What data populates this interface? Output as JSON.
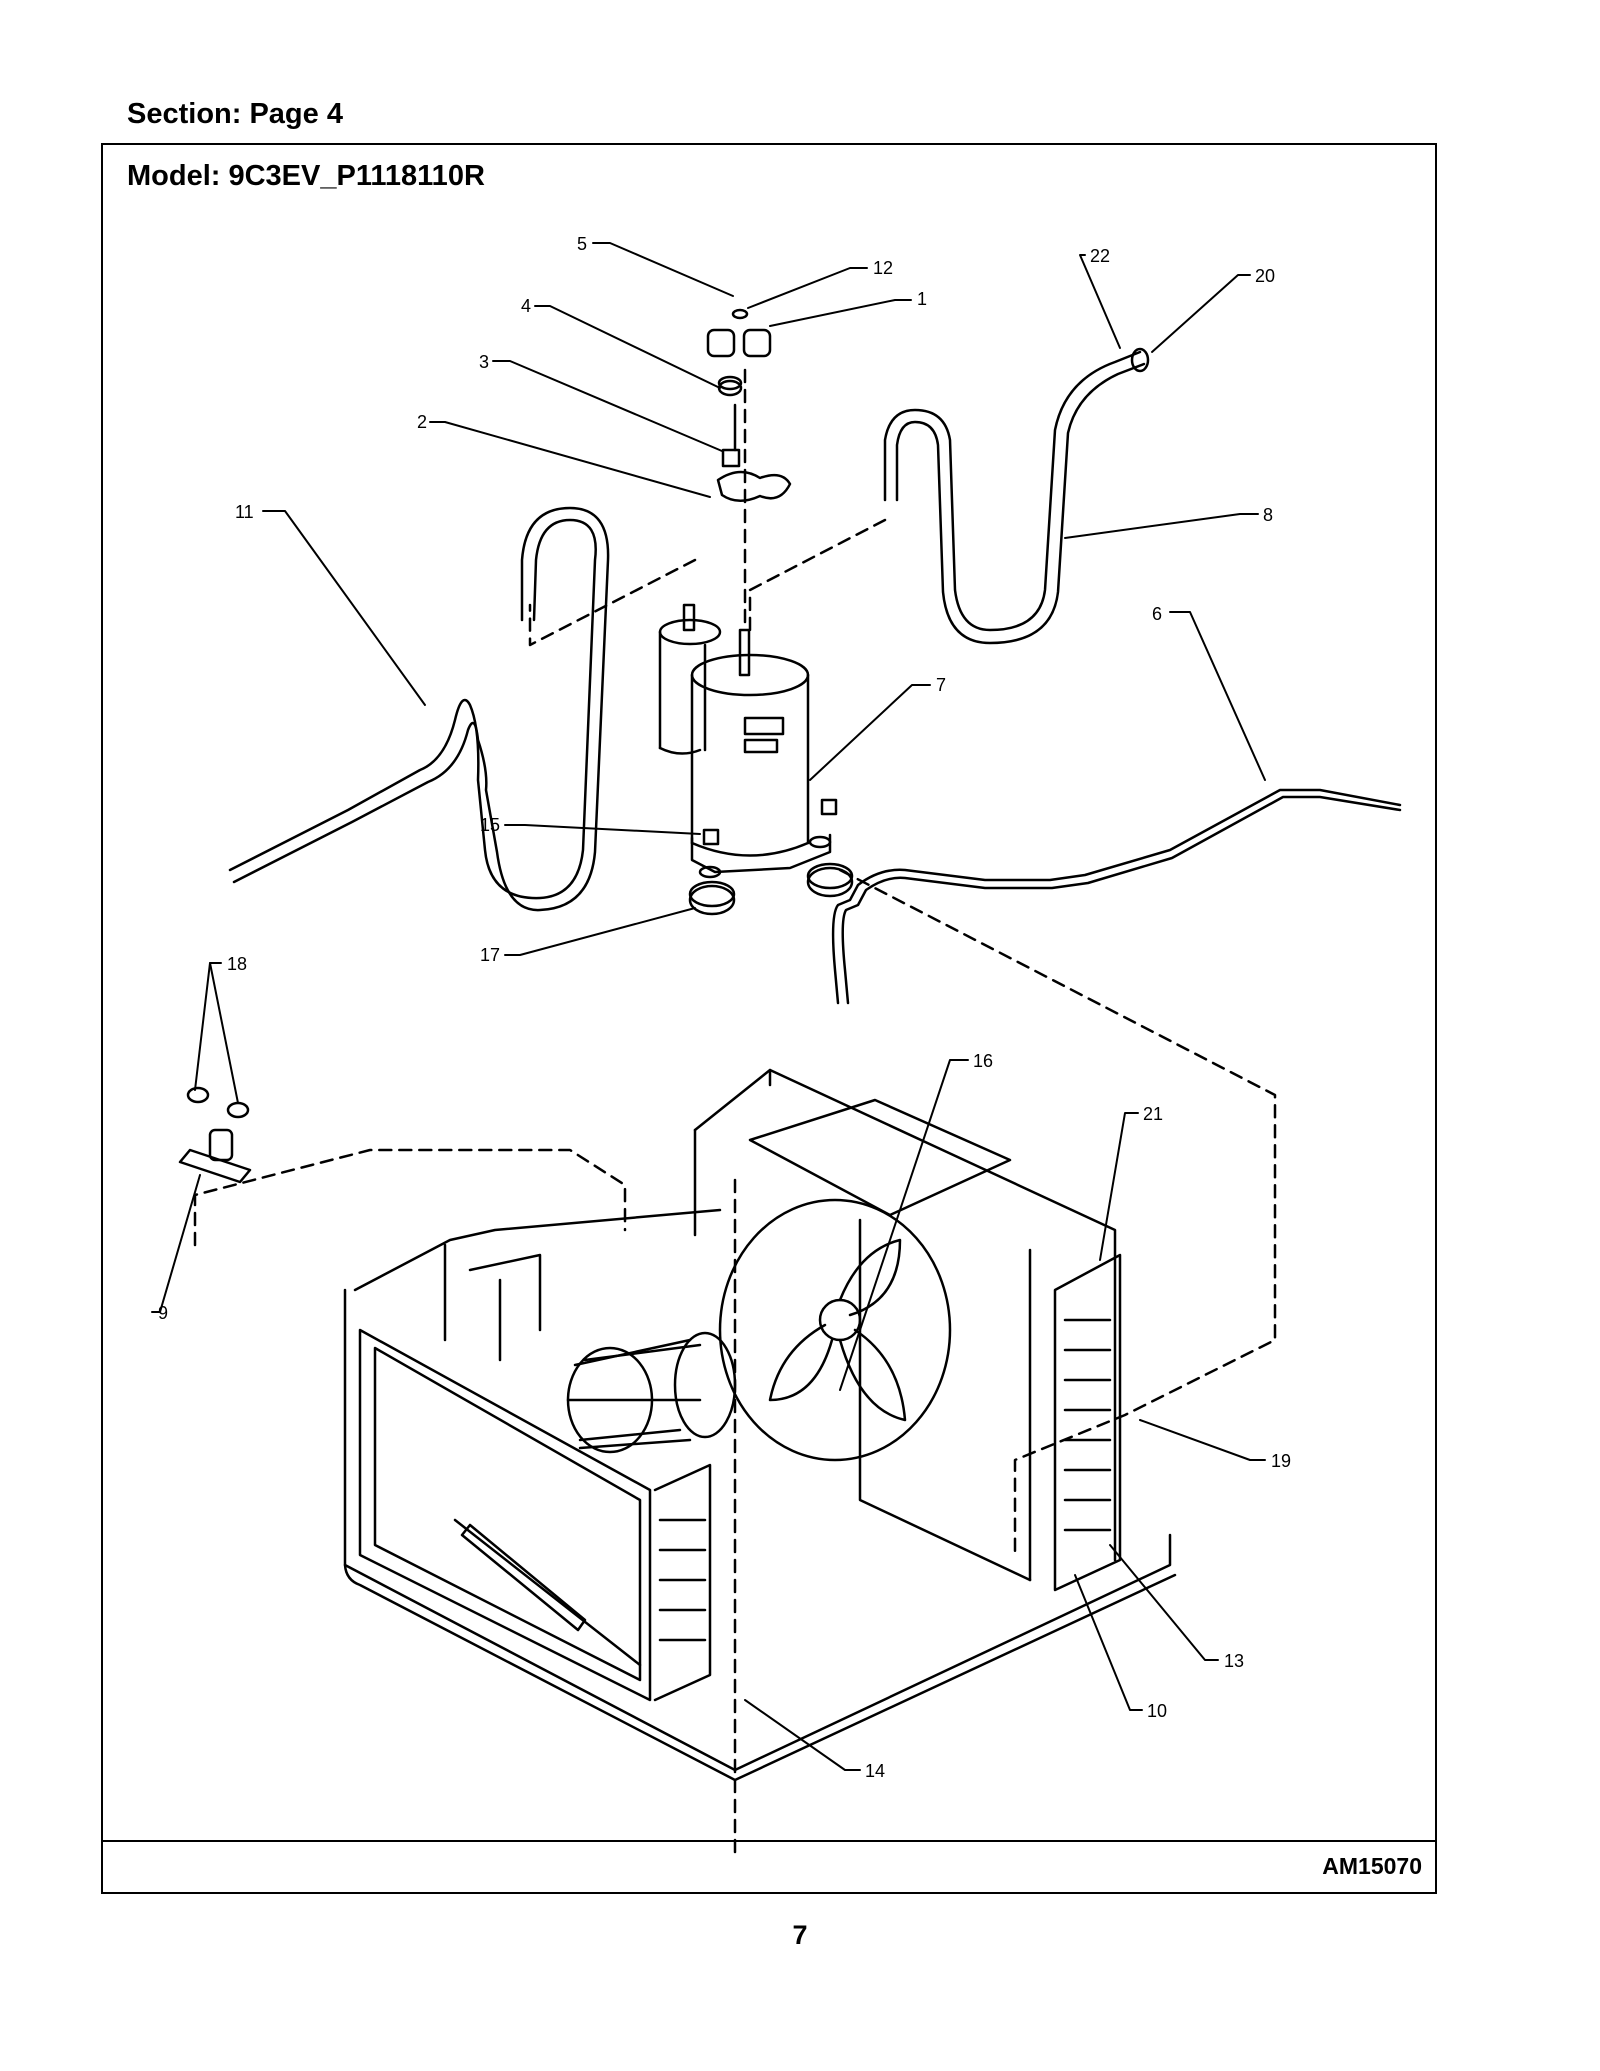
{
  "header": {
    "section": "Section:  Page 4",
    "model": "Model:  9C3EV_P1118110R"
  },
  "footer": {
    "drawing_id": "AM15070",
    "page_number": "7"
  },
  "callouts": [
    "1",
    "2",
    "3",
    "4",
    "5",
    "6",
    "7",
    "8",
    "9",
    "10",
    "11",
    "12",
    "13",
    "14",
    "15",
    "16",
    "17",
    "18",
    "19",
    "20",
    "21",
    "22"
  ],
  "colors": {
    "ink": "#000000",
    "paper": "#ffffff"
  }
}
